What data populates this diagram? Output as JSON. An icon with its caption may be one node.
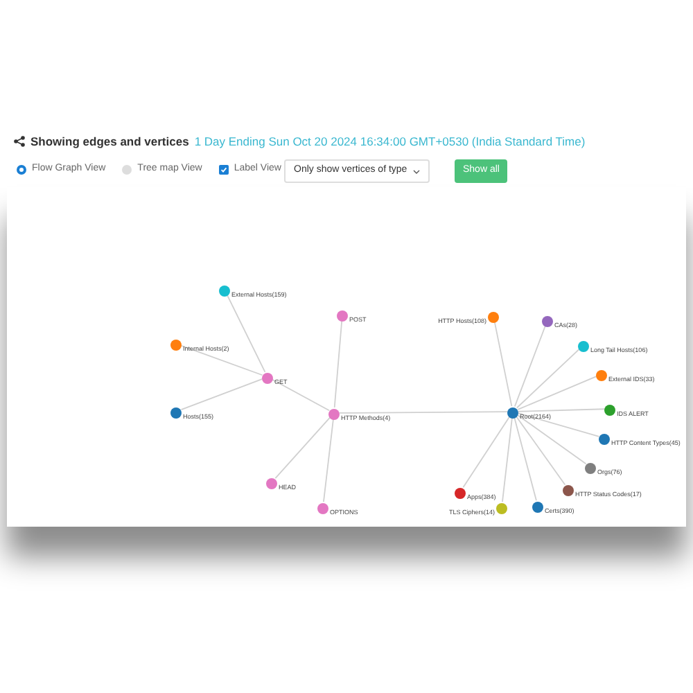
{
  "diagram": {
    "nodes": [
      {
        "text": [
          "External Hosts(159)"
        ]
      },
      {
        "text": [
          "Internal Hosts(2)"
        ]
      },
      {
        "text": [
          "Hosts(155)"
        ]
      },
      {
        "text": [
          "GET"
        ]
      },
      {
        "text": [
          "POST"
        ]
      },
      {
        "text": [
          "HTTP Methods(4)"
        ]
      },
      {
        "text": [
          "HEAD"
        ]
      },
      {
        "text": [
          "OPTIONS"
        ]
      },
      {
        "text": [
          "HTTP Hosts(108)"
        ]
      },
      {
        "text": [
          "CAs(28)"
        ]
      },
      {
        "text": [
          "Long Tail Hosts(106)"
        ]
      },
      {
        "text": [
          "External IDS(33)"
        ]
      },
      {
        "text": [
          "IDS ALERT"
        ]
      },
      {
        "text": [
          "Root(2164)"
        ]
      },
      {
        "text": [
          "HTTP Content Types(45)"
        ]
      },
      {
        "text": [
          "Orgs(76)"
        ]
      },
      {
        "text": [
          "HTTP Status Codes(17)"
        ]
      },
      {
        "text": [
          "Apps(384)"
        ]
      },
      {
        "text": [
          "TLS Ciphers(14)"
        ]
      },
      {
        "text": [
          "Certs(390)"
        ]
      }
    ],
    "edges": [
      {
        "from": 3,
        "to": 0,
        "arrow": "none"
      },
      {
        "from": 3,
        "to": 1,
        "arrow": "none"
      },
      {
        "from": 3,
        "to": 2,
        "arrow": "none"
      },
      {
        "from": 5,
        "to": 3,
        "arrow": "none"
      },
      {
        "from": 5,
        "to": 4,
        "arrow": "none"
      },
      {
        "from": 5,
        "to": 6,
        "arrow": "none"
      },
      {
        "from": 5,
        "to": 7,
        "arrow": "none"
      },
      {
        "from": 5,
        "to": 13,
        "arrow": "none"
      },
      {
        "from": 13,
        "to": 8,
        "arrow": "none"
      },
      {
        "from": 13,
        "to": 9,
        "arrow": "none"
      },
      {
        "from": 13,
        "to": 10,
        "arrow": "none"
      },
      {
        "from": 13,
        "to": 11,
        "arrow": "none"
      },
      {
        "from": 13,
        "to": 12,
        "arrow": "none"
      },
      {
        "from": 13,
        "to": 14,
        "arrow": "none"
      },
      {
        "from": 13,
        "to": 15,
        "arrow": "none"
      },
      {
        "from": 13,
        "to": 16,
        "arrow": "none"
      },
      {
        "from": 13,
        "to": 17,
        "arrow": "none"
      },
      {
        "from": 13,
        "to": 18,
        "arrow": "none"
      },
      {
        "from": 13,
        "to": 19,
        "arrow": "none"
      }
    ],
    "labels": [
      "Showing edges and vertices",
      "1 Day Ending Sun Oct 20 2024 16:34:00 GMT+0530 (India Standard Time)",
      "Flow Graph View",
      "Tree map View",
      "Label View",
      "Only show vertices of type",
      "Show all"
    ]
  }
}
